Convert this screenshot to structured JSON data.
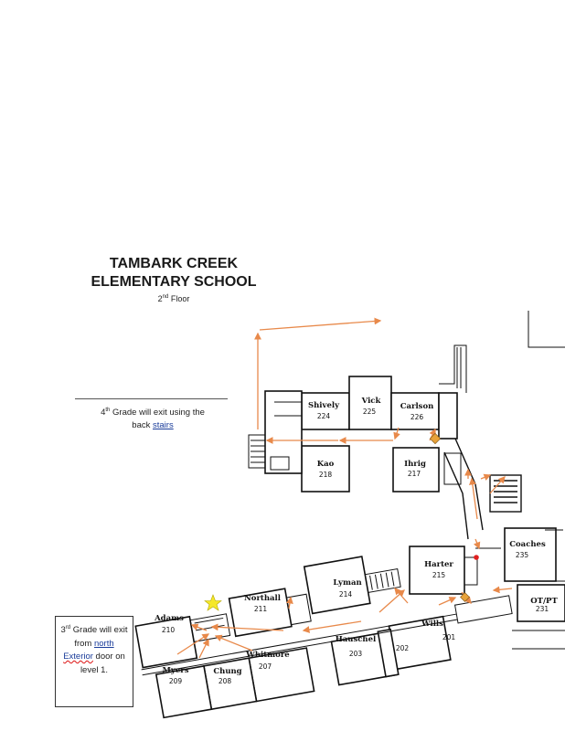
{
  "header": {
    "title_line1": "TAMBARK CREEK",
    "title_line2": "ELEMENTARY SCHOOL",
    "floor_num": "2",
    "floor_sup": "nd",
    "floor_word": "Floor"
  },
  "notes": {
    "fourth_a": "4",
    "fourth_sup": "th",
    "fourth_b": " Grade will exit using the",
    "fourth_c": "back ",
    "fourth_link": "stairs",
    "third_a": "3",
    "third_sup": "rd",
    "third_b": " Grade will exit from ",
    "third_north": "north",
    "third_exterior": "Exterior",
    "third_c": " door on level 1."
  },
  "rooms": [
    {
      "label": "Shively",
      "num": "224"
    },
    {
      "label": "Vick",
      "num": "225"
    },
    {
      "label": "Carlson",
      "num": "226"
    },
    {
      "label": "Kao",
      "num": "218"
    },
    {
      "label": "Ihrig",
      "num": "217"
    },
    {
      "label": "Coaches",
      "num": "235"
    },
    {
      "label": "Harter",
      "num": "215"
    },
    {
      "label": "OT/PT",
      "num": "231"
    },
    {
      "label": "Lyman",
      "num": "214"
    },
    {
      "label": "Northall",
      "num": "211"
    },
    {
      "label": "Adams",
      "num": "210"
    },
    {
      "label": "Wills",
      "num": "201"
    },
    {
      "label": "Hauschel",
      "num": "203"
    },
    {
      "label": "",
      "num": "202"
    },
    {
      "label": "Whitmore",
      "num": "207"
    },
    {
      "label": "Chung",
      "num": "208"
    },
    {
      "label": "Myers",
      "num": "209"
    }
  ],
  "colors": {
    "route_arrow": "#e8894a",
    "wall": "#111111",
    "star": "#f5e82a",
    "exit_marker": "#e8a23a",
    "red_dot": "#e02020"
  }
}
